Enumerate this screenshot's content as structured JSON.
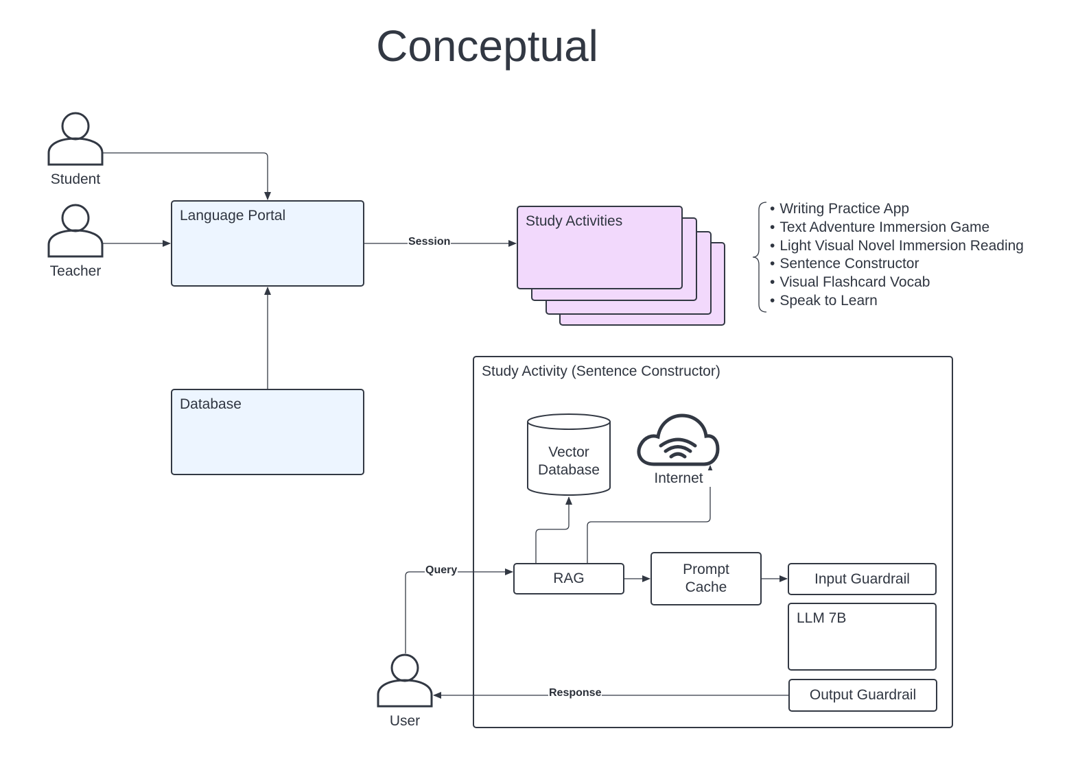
{
  "title": "Conceptual",
  "actors": {
    "student": "Student",
    "teacher": "Teacher",
    "user": "User"
  },
  "nodes": {
    "language_portal": "Language Portal",
    "database": "Database",
    "study_activities": "Study Activities",
    "study_activity_container": "Study Activity (Sentence Constructor)",
    "vector_database": "Vector Database",
    "internet": "Internet",
    "rag": "RAG",
    "prompt_cache": "Prompt Cache",
    "input_guardrail": "Input Guardrail",
    "llm": "LLM 7B",
    "output_guardrail": "Output Guardrail"
  },
  "edges": {
    "session": "Session",
    "query": "Query",
    "response": "Response"
  },
  "activities_list": [
    "Writing Practice App",
    "Text Adventure Immersion Game",
    "Light Visual Novel Immersion Reading",
    "Sentence Constructor",
    "Visual Flashcard Vocab",
    "Speak to Learn"
  ],
  "icons": {
    "actor": "person-icon",
    "cloud": "cloud-wifi-icon",
    "cylinder": "database-cylinder-icon"
  },
  "colors": {
    "stroke": "#323843",
    "portal_fill": "#edf5ff",
    "activities_fill": "#f2d9fc"
  }
}
